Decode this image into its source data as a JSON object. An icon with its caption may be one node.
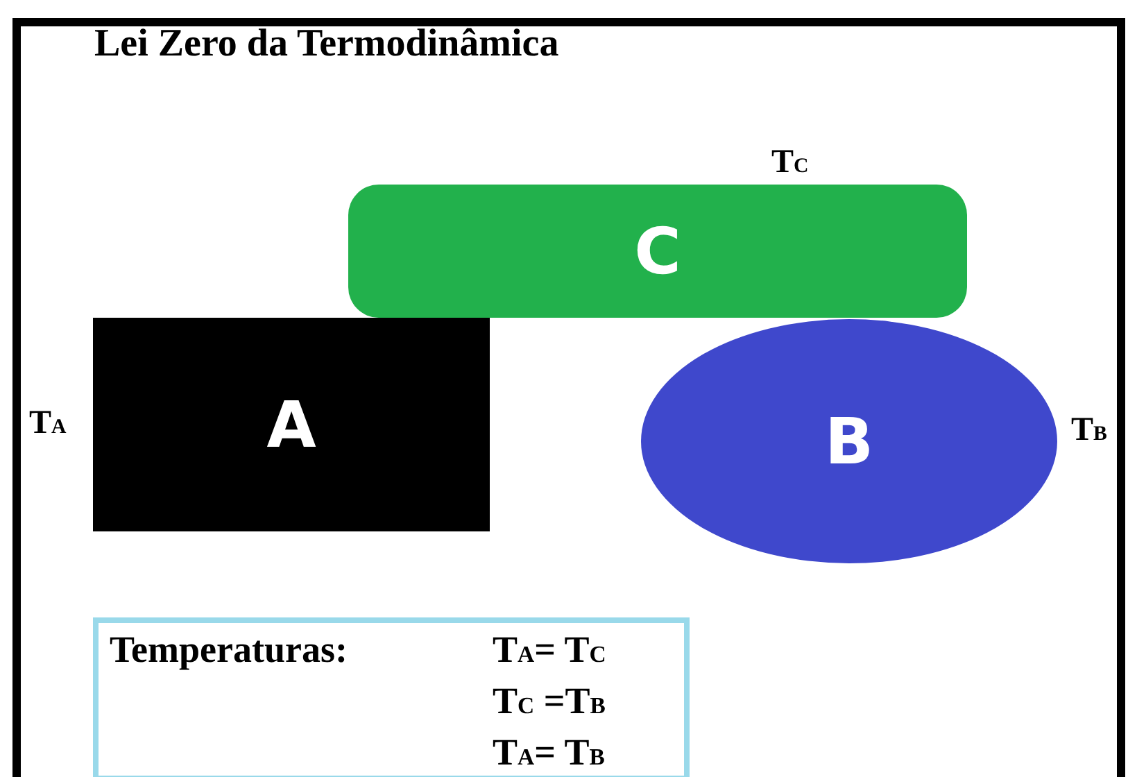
{
  "diagram": {
    "title": "Lei Zero da Termodinâmica",
    "nodes": [
      {
        "text": [
          "C"
        ],
        "beside": [
          "T$_{C}$"
        ]
      },
      {
        "text": [
          "A"
        ],
        "beside": [
          "T$_{A}$"
        ]
      },
      {
        "text": [
          "B"
        ],
        "beside": [
          "T$_{B}$"
        ]
      },
      {
        "text": [
          "Temperaturas:",
          "T$_{A}$= T$_{C}$",
          "T$_{C}$ =T$_{B}$",
          "T$_{A}$= T$_{B}$"
        ]
      }
    ],
    "edges": []
  }
}
